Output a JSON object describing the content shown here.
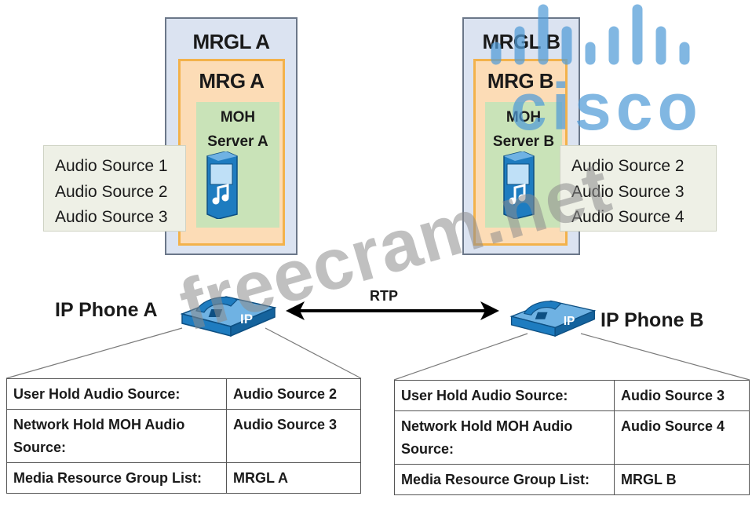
{
  "left": {
    "mrgl_title": "MRGL A",
    "mrg_title": "MRG A",
    "server_line1": "MOH",
    "server_line2": "Server  A",
    "audio_sources": [
      "Audio Source 1",
      "Audio Source 2",
      "Audio Source 3"
    ],
    "phone_label": "IP Phone A",
    "table": [
      [
        "User Hold Audio Source:",
        "Audio Source 2"
      ],
      [
        "Network Hold MOH Audio Source:",
        "Audio Source 3"
      ],
      [
        "Media Resource Group List:",
        "MRGL A"
      ]
    ]
  },
  "right": {
    "mrgl_title": "MRGL B",
    "mrg_title": "MRG B",
    "server_line1": "MOH",
    "server_line2": "Server  B",
    "audio_sources": [
      "Audio Source 2",
      "Audio Source 3",
      "Audio Source 4"
    ],
    "phone_label": "IP Phone B",
    "table": [
      [
        "User Hold Audio Source:",
        "Audio Source 3"
      ],
      [
        "Network Hold MOH Audio Source:",
        "Audio Source 4"
      ],
      [
        "Media Resource Group List:",
        "MRGL B"
      ]
    ]
  },
  "link_label": "RTP",
  "phone_badge": "IP",
  "watermark": "freecram.net",
  "logo_text": "cisco",
  "colors": {
    "mrgl_fill": "#dbe3f1",
    "mrg_fill": "#fcdcb6",
    "mrg_border": "#f3b24b",
    "server_fill": "#c9e3b8",
    "device_blue": "#1e7cc0",
    "logo_blue": "#509bd7"
  }
}
